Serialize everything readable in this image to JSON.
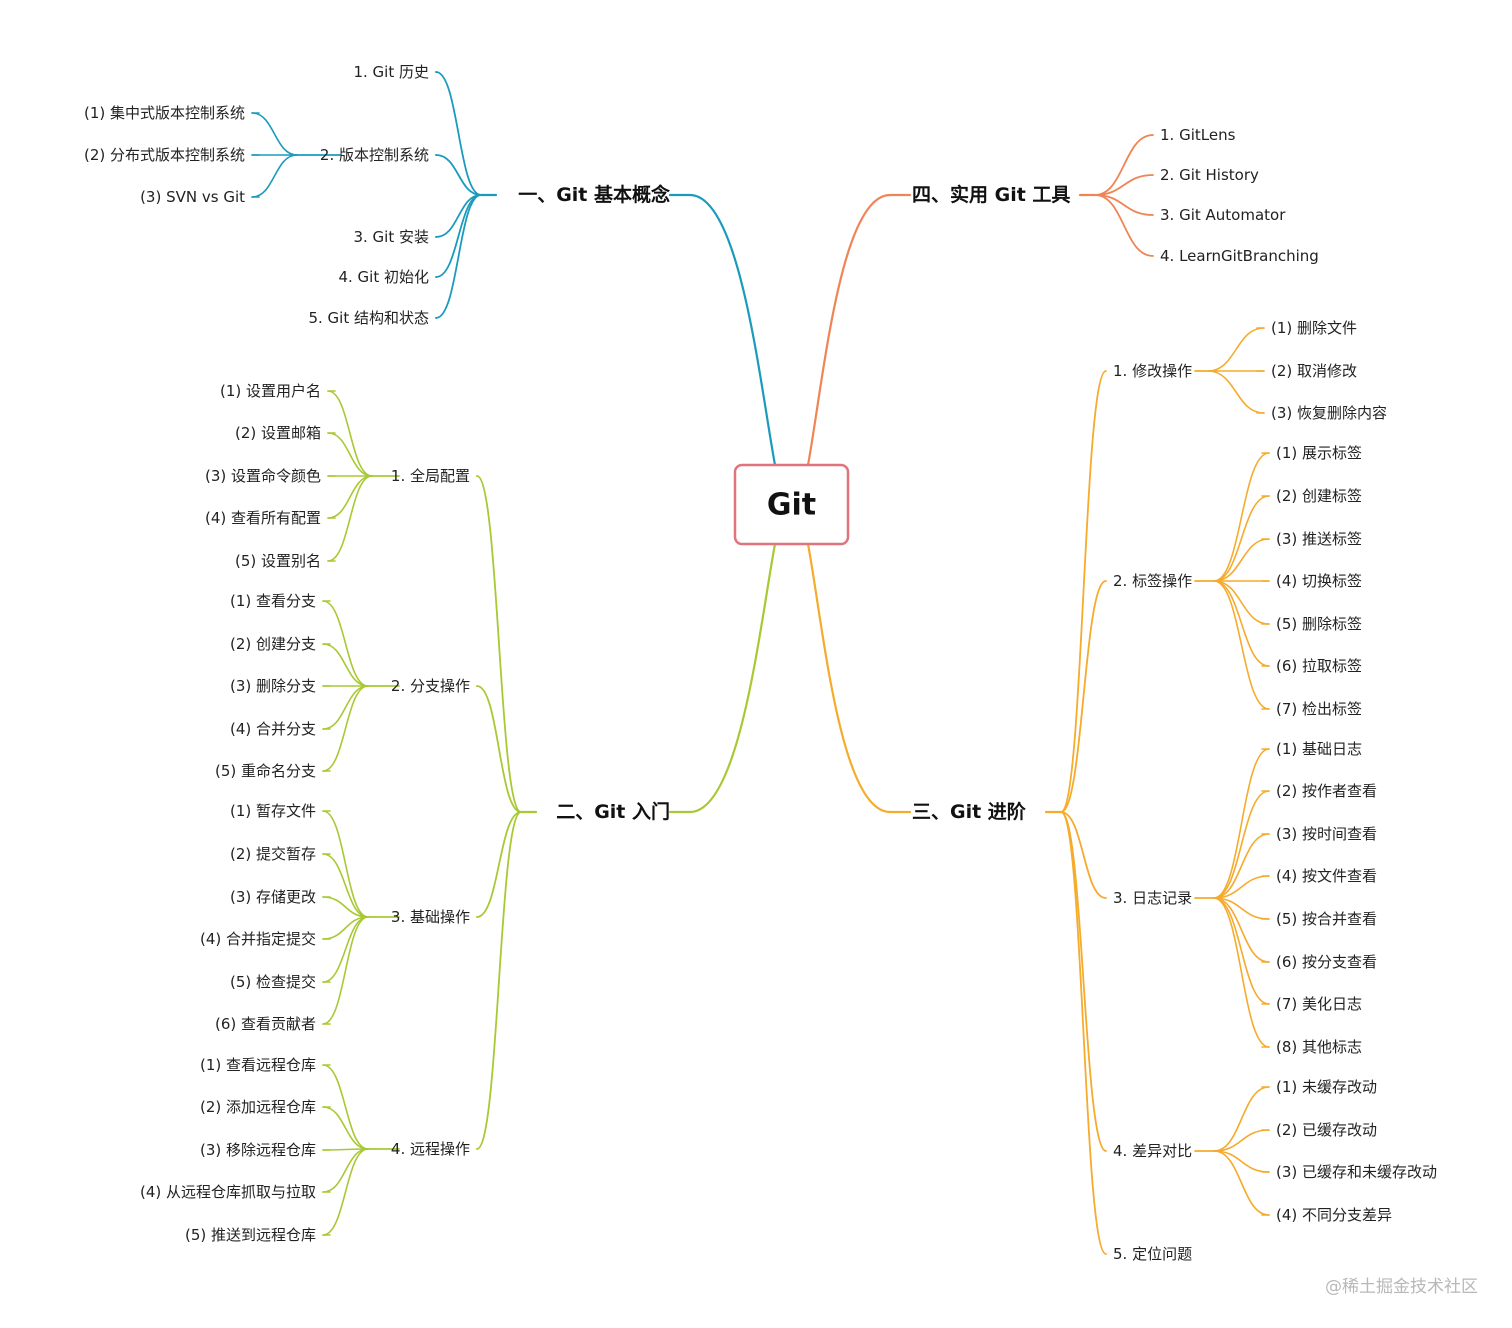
{
  "root": {
    "label": "Git",
    "border_color": "#e0737b"
  },
  "colors": {
    "basics": "#1a9bbd",
    "tools": "#ef8455",
    "intro": "#a8c934",
    "advanced": "#f5ab2c"
  },
  "branches": [
    {
      "id": "basics",
      "label": "一、Git 基本概念",
      "children": [
        {
          "label": "1. Git 历史"
        },
        {
          "label": "2. 版本控制系统",
          "children": [
            "(1)  集中式版本控制系统",
            "(2)  分布式版本控制系统",
            "(3)  SVN vs Git"
          ]
        },
        {
          "label": "3. Git 安装"
        },
        {
          "label": "4. Git 初始化"
        },
        {
          "label": "5. Git 结构和状态"
        }
      ]
    },
    {
      "id": "tools",
      "label": "四、实用 Git 工具",
      "children": [
        {
          "label": "1. GitLens"
        },
        {
          "label": "2. Git History"
        },
        {
          "label": "3. Git Automator"
        },
        {
          "label": "4. LearnGitBranching"
        }
      ]
    },
    {
      "id": "intro",
      "label": "二、Git 入门",
      "children": [
        {
          "label": "1. 全局配置",
          "children": [
            "(1)  设置用户名",
            "(2)  设置邮箱",
            "(3)  设置命令颜色",
            "(4)  查看所有配置",
            "(5)  设置别名"
          ]
        },
        {
          "label": "2. 分支操作",
          "children": [
            "(1)  查看分支",
            "(2)  创建分支",
            "(3)  删除分支",
            "(4)  合并分支",
            "(5)  重命名分支"
          ]
        },
        {
          "label": "3. 基础操作",
          "children": [
            "(1)  暂存文件",
            "(2)  提交暂存",
            "(3)  存储更改",
            "(4)  合并指定提交",
            "(5)  检查提交",
            "(6)  查看贡献者"
          ]
        },
        {
          "label": "4. 远程操作",
          "children": [
            "(1)  查看远程仓库",
            "(2)  添加远程仓库",
            "(3)  移除远程仓库",
            "(4)  从远程仓库抓取与拉取",
            "(5)  推送到远程仓库"
          ]
        }
      ]
    },
    {
      "id": "advanced",
      "label": "三、Git 进阶",
      "children": [
        {
          "label": "1. 修改操作",
          "children": [
            "(1)  删除文件",
            "(2)  取消修改",
            "(3)  恢复删除内容"
          ]
        },
        {
          "label": "2. 标签操作",
          "children": [
            "(1)  展示标签",
            "(2)  创建标签",
            "(3)  推送标签",
            "(4)  切换标签",
            "(5)  删除标签",
            "(6)  拉取标签",
            "(7)  检出标签"
          ]
        },
        {
          "label": "3. 日志记录",
          "children": [
            "(1)  基础日志",
            "(2)  按作者查看",
            "(3)  按时间查看",
            "(4)  按文件查看",
            "(5)  按合并查看",
            "(6)  按分支查看",
            "(7)  美化日志",
            "(8)  其他标志"
          ]
        },
        {
          "label": "4. 差异对比",
          "children": [
            "(1)  未缓存改动",
            "(2)  已缓存改动",
            "(3)  已缓存和未缓存改动",
            "(4)  不同分支差异"
          ]
        },
        {
          "label": "5. 定位问题"
        }
      ]
    }
  ],
  "watermark": "@稀土掘金技术社区"
}
